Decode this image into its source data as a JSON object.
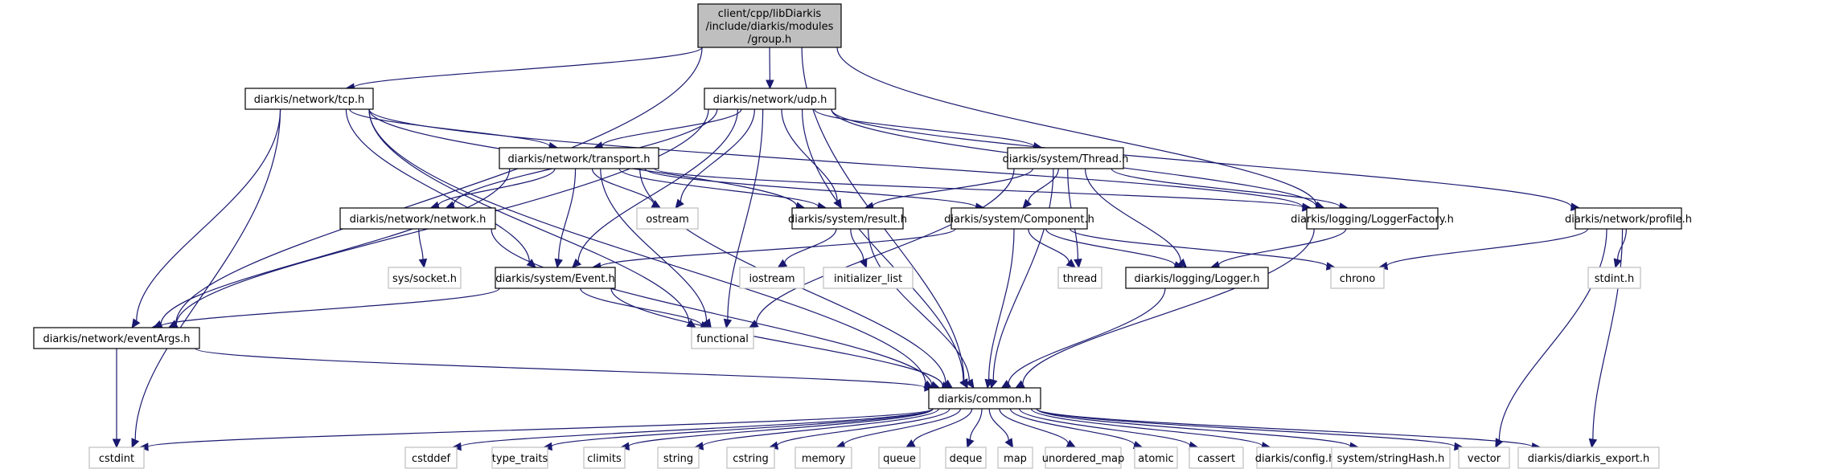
{
  "diagram": {
    "title": "Include dependency graph for group.h",
    "colors": {
      "edge": "#191970",
      "root_fill": "#bfbfbf",
      "node_border": "#000000",
      "external_border": "#bfbfbf"
    },
    "nodes": [
      {
        "id": "group",
        "lines": [
          "client/cpp/libDiarkis",
          "/include/diarkis/modules",
          "/group.h"
        ],
        "kind": "root"
      },
      {
        "id": "tcp",
        "lines": [
          "diarkis/network/tcp.h"
        ],
        "kind": "main"
      },
      {
        "id": "udp",
        "lines": [
          "diarkis/network/udp.h"
        ],
        "kind": "main"
      },
      {
        "id": "transport",
        "lines": [
          "diarkis/network/transport.h"
        ],
        "kind": "main"
      },
      {
        "id": "thread_h",
        "lines": [
          "diarkis/system/Thread.h"
        ],
        "kind": "main"
      },
      {
        "id": "network",
        "lines": [
          "diarkis/network/network.h"
        ],
        "kind": "main"
      },
      {
        "id": "result",
        "lines": [
          "diarkis/system/result.h"
        ],
        "kind": "main"
      },
      {
        "id": "component",
        "lines": [
          "diarkis/system/Component.h"
        ],
        "kind": "main"
      },
      {
        "id": "loggerfactory",
        "lines": [
          "diarkis/logging/LoggerFactory.h"
        ],
        "kind": "main"
      },
      {
        "id": "profile",
        "lines": [
          "diarkis/network/profile.h"
        ],
        "kind": "main"
      },
      {
        "id": "ostream",
        "lines": [
          "ostream"
        ],
        "kind": "ext"
      },
      {
        "id": "socket",
        "lines": [
          "sys/socket.h"
        ],
        "kind": "ext"
      },
      {
        "id": "event",
        "lines": [
          "diarkis/system/Event.h"
        ],
        "kind": "main"
      },
      {
        "id": "iostream",
        "lines": [
          "iostream"
        ],
        "kind": "ext"
      },
      {
        "id": "initlist",
        "lines": [
          "initializer_list"
        ],
        "kind": "ext"
      },
      {
        "id": "thread",
        "lines": [
          "thread"
        ],
        "kind": "ext"
      },
      {
        "id": "logger",
        "lines": [
          "diarkis/logging/Logger.h"
        ],
        "kind": "main"
      },
      {
        "id": "chrono",
        "lines": [
          "chrono"
        ],
        "kind": "ext"
      },
      {
        "id": "stdinth",
        "lines": [
          "stdint.h"
        ],
        "kind": "ext"
      },
      {
        "id": "eventargs",
        "lines": [
          "diarkis/network/eventArgs.h"
        ],
        "kind": "main"
      },
      {
        "id": "functional",
        "lines": [
          "functional"
        ],
        "kind": "ext"
      },
      {
        "id": "common",
        "lines": [
          "diarkis/common.h"
        ],
        "kind": "main"
      },
      {
        "id": "cstdint",
        "lines": [
          "cstdint"
        ],
        "kind": "ext"
      },
      {
        "id": "cstddef",
        "lines": [
          "cstddef"
        ],
        "kind": "ext"
      },
      {
        "id": "type_traits",
        "lines": [
          "type_traits"
        ],
        "kind": "ext"
      },
      {
        "id": "climits",
        "lines": [
          "climits"
        ],
        "kind": "ext"
      },
      {
        "id": "string",
        "lines": [
          "string"
        ],
        "kind": "ext"
      },
      {
        "id": "cstring",
        "lines": [
          "cstring"
        ],
        "kind": "ext"
      },
      {
        "id": "memory",
        "lines": [
          "memory"
        ],
        "kind": "ext"
      },
      {
        "id": "queue",
        "lines": [
          "queue"
        ],
        "kind": "ext"
      },
      {
        "id": "deque",
        "lines": [
          "deque"
        ],
        "kind": "ext"
      },
      {
        "id": "map",
        "lines": [
          "map"
        ],
        "kind": "ext"
      },
      {
        "id": "unordered_map",
        "lines": [
          "unordered_map"
        ],
        "kind": "ext"
      },
      {
        "id": "atomic",
        "lines": [
          "atomic"
        ],
        "kind": "ext"
      },
      {
        "id": "cassert",
        "lines": [
          "cassert"
        ],
        "kind": "ext"
      },
      {
        "id": "config",
        "lines": [
          "diarkis/config.h"
        ],
        "kind": "ext"
      },
      {
        "id": "stringhash",
        "lines": [
          "system/stringHash.h"
        ],
        "kind": "ext"
      },
      {
        "id": "vector",
        "lines": [
          "vector"
        ],
        "kind": "ext"
      },
      {
        "id": "export",
        "lines": [
          "diarkis/diarkis_export.h"
        ],
        "kind": "ext"
      }
    ],
    "edges": [
      [
        "group",
        "tcp"
      ],
      [
        "group",
        "udp"
      ],
      [
        "group",
        "eventargs"
      ],
      [
        "group",
        "loggerfactory"
      ],
      [
        "group",
        "common"
      ],
      [
        "tcp",
        "transport"
      ],
      [
        "tcp",
        "eventargs"
      ],
      [
        "tcp",
        "event"
      ],
      [
        "tcp",
        "result"
      ],
      [
        "tcp",
        "loggerfactory"
      ],
      [
        "tcp",
        "functional"
      ],
      [
        "tcp",
        "common"
      ],
      [
        "tcp",
        "cstdint"
      ],
      [
        "udp",
        "transport"
      ],
      [
        "udp",
        "network"
      ],
      [
        "udp",
        "eventargs"
      ],
      [
        "udp",
        "event"
      ],
      [
        "udp",
        "result"
      ],
      [
        "udp",
        "thread_h"
      ],
      [
        "udp",
        "loggerfactory"
      ],
      [
        "udp",
        "profile"
      ],
      [
        "udp",
        "ostream"
      ],
      [
        "udp",
        "functional"
      ],
      [
        "udp",
        "common"
      ],
      [
        "transport",
        "network"
      ],
      [
        "transport",
        "eventargs"
      ],
      [
        "transport",
        "event"
      ],
      [
        "transport",
        "result"
      ],
      [
        "transport",
        "component"
      ],
      [
        "transport",
        "loggerfactory"
      ],
      [
        "transport",
        "ostream"
      ],
      [
        "transport",
        "functional"
      ],
      [
        "transport",
        "common"
      ],
      [
        "thread_h",
        "result"
      ],
      [
        "thread_h",
        "component"
      ],
      [
        "thread_h",
        "thread"
      ],
      [
        "thread_h",
        "logger"
      ],
      [
        "thread_h",
        "loggerfactory"
      ],
      [
        "thread_h",
        "functional"
      ],
      [
        "thread_h",
        "common"
      ],
      [
        "network",
        "socket"
      ],
      [
        "network",
        "common"
      ],
      [
        "result",
        "iostream"
      ],
      [
        "result",
        "initlist"
      ],
      [
        "result",
        "common"
      ],
      [
        "component",
        "event"
      ],
      [
        "component",
        "thread"
      ],
      [
        "component",
        "logger"
      ],
      [
        "component",
        "chrono"
      ],
      [
        "component",
        "common"
      ],
      [
        "loggerfactory",
        "logger"
      ],
      [
        "loggerfactory",
        "common"
      ],
      [
        "profile",
        "chrono"
      ],
      [
        "profile",
        "stdinth"
      ],
      [
        "profile",
        "vector"
      ],
      [
        "profile",
        "export"
      ],
      [
        "event",
        "eventargs"
      ],
      [
        "event",
        "functional"
      ],
      [
        "event",
        "common"
      ],
      [
        "logger",
        "common"
      ],
      [
        "eventargs",
        "cstdint"
      ],
      [
        "eventargs",
        "common"
      ],
      [
        "common",
        "cstdint"
      ],
      [
        "common",
        "cstddef"
      ],
      [
        "common",
        "type_traits"
      ],
      [
        "common",
        "climits"
      ],
      [
        "common",
        "string"
      ],
      [
        "common",
        "cstring"
      ],
      [
        "common",
        "memory"
      ],
      [
        "common",
        "queue"
      ],
      [
        "common",
        "deque"
      ],
      [
        "common",
        "map"
      ],
      [
        "common",
        "unordered_map"
      ],
      [
        "common",
        "atomic"
      ],
      [
        "common",
        "cassert"
      ],
      [
        "common",
        "config"
      ],
      [
        "common",
        "stringhash"
      ],
      [
        "common",
        "vector"
      ],
      [
        "common",
        "export"
      ]
    ]
  }
}
